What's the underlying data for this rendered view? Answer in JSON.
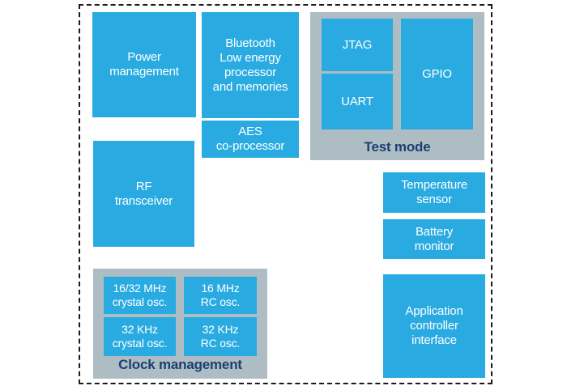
{
  "colors": {
    "background": "#ffffff",
    "block_fill": "#29abe2",
    "block_text": "#ffffff",
    "group_fill": "#aebdc4",
    "group_label_text": "#1c3f72",
    "outline_border": "#1a1a1a"
  },
  "blocks": {
    "power_management": "Power\nmanagement",
    "ble_processor": "Bluetooth\nLow energy\nprocessor\nand memories",
    "aes_coprocessor": "AES\nco-processor",
    "rf_transceiver": "RF\ntransceiver",
    "temperature_sensor": "Temperature\nsensor",
    "battery_monitor": "Battery\nmonitor",
    "application_controller_interface": "Application\ncontroller\ninterface"
  },
  "test_mode_group": {
    "label": "Test mode",
    "blocks": {
      "jtag": "JTAG",
      "uart": "UART",
      "gpio": "GPIO"
    }
  },
  "clock_management_group": {
    "label": "Clock management",
    "blocks": {
      "crystal_16_32mhz": "16/32 MHz\ncrystal osc.",
      "rc_16mhz": "16 MHz\nRC osc.",
      "crystal_32khz": "32 KHz\ncrystal osc.",
      "rc_32khz": "32 KHz\nRC osc."
    }
  }
}
